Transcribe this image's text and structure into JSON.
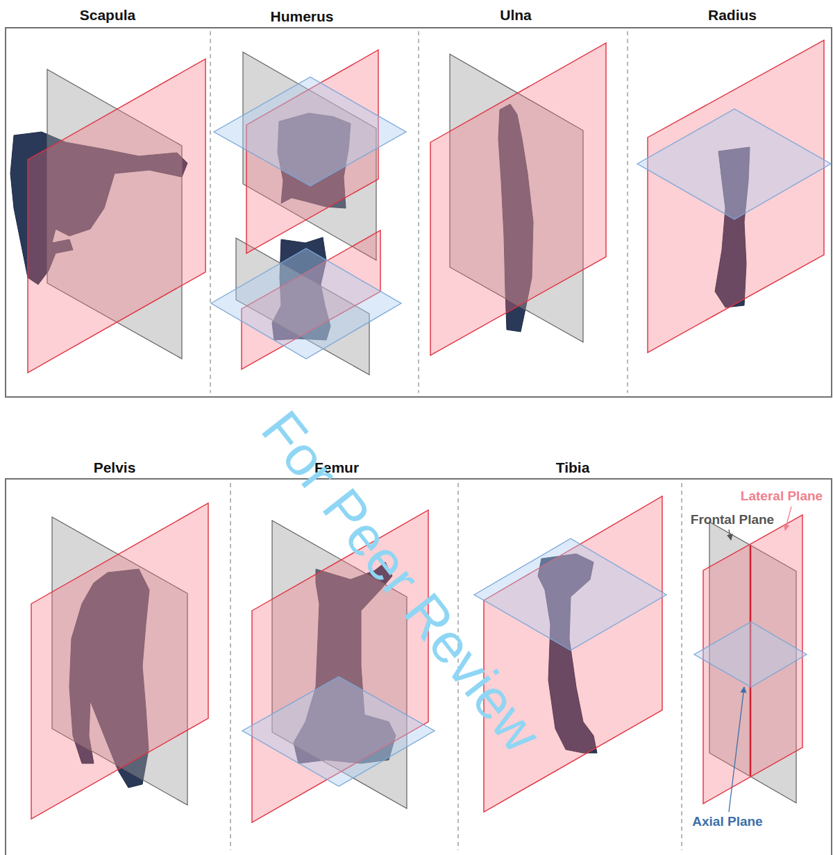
{
  "diagram": {
    "labels": [
      "Scapula",
      "Humerus",
      "Ulna",
      "Radius",
      "Pelvis",
      "Femur",
      "Tibia",
      "Lateral Plane",
      "Frontal Plane",
      "Axial Plane",
      "For Peer Review"
    ]
  }
}
